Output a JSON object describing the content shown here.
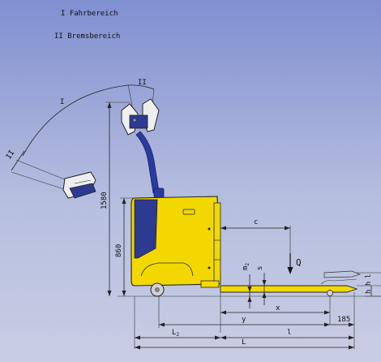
{
  "legend": {
    "range_1": "I Fahrbereich",
    "range_2": "II Bremsbereich"
  },
  "arc_labels": {
    "range_1": "I",
    "range_2_top": "II",
    "range_2_bottom": "II"
  },
  "dimensions": {
    "tiller_height": "1580",
    "body_height": "860",
    "c": "c",
    "Q": "Q",
    "m2_main": "m",
    "m2_sub": "2",
    "s": "s",
    "x": "x",
    "y": "y",
    "fork_tip": "185",
    "L2_main": "L",
    "L2_sub": "2",
    "l": "l",
    "L": "L",
    "h13": "h",
    "h3": "h",
    "l_side": "l"
  },
  "colors": {
    "body_yellow": "#f2d800",
    "cover_blue": "#2d3a92",
    "tiller_blue": "#2b3aa0",
    "background_top": "#7f8fd1",
    "background_bottom": "#c9cde3"
  }
}
